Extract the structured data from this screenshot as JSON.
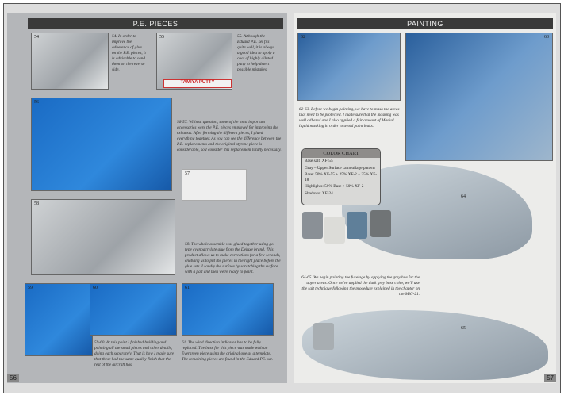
{
  "left_page": {
    "header": "P.E. PIECES",
    "page_number": "56",
    "photo_numbers": [
      "54",
      "55",
      "56",
      "57",
      "58",
      "59",
      "60",
      "61"
    ],
    "captions": {
      "c54": "54. In order to improve the adherence of glue on the P.E. pieces, it is advisable to sand them on the reverse side.",
      "c55": "55. Although the Eduard P.E. set fits quite well, it is always a good idea to apply a coat of highly diluted putty to help detect possible mistakes.",
      "c56": "56-57. Without question, some of the most important accessories were the P.E. pieces employed for improving the exhausts. After forming the different pieces, I glued everything together. As you can see the difference between the P.E. replacements and the original styrene piece is considerable, so I consider this replacement totally necessary.",
      "c58": "58. The whole assemble was glued together using gel type cyanoacrylate glue from the Deluxe brand. This product allows us to make corrections for a few seconds, enabling us to put the pieces in the right place before the glue sets. I sandly the surface by scratching the surface with a pad and then we're ready to paint.",
      "c59": "59-60. At this point I finished building and painting all the small pieces and other details, doing each separately. That is how I made sure that these had the same quality finish that the rest of the aircraft has.",
      "c61": "61. The wind direction indicator has to be fully replaced. The base for this piece was made with an Evergreen piece using the original one as a template. The remaining pieces are found in the Eduard PE. set."
    },
    "putty_label": "TAMIYA PUTTY"
  },
  "right_page": {
    "header": "PAINTING",
    "page_number": "57",
    "photo_numbers": [
      "62",
      "63",
      "64",
      "65"
    ],
    "captions": {
      "c62": "62-63. Before we begin painting, we have to mask the areas that need to be protected. I made sure that the masking was well adhered and I also applied a fair amount of Maskol liquid masking in order to avoid paint leaks.",
      "c64": "64-65. We begin painting the fuselage by applying the grey hue for the upper areas. Once we've applied the dark grey base color, we'll use the salt technique following the procedure explained in the chapter on the MiG-21."
    },
    "color_chart": {
      "title": "COLOR CHART",
      "lines": [
        "Base salt: XF-55",
        "Gray – Upper Surface camouflage pattern",
        "Base: 50% XF-55 + 25% XF-2 + 25% XF-18",
        "Highlights: 50% Base + 50% XF-2",
        "Shadows: XF-24"
      ]
    }
  }
}
